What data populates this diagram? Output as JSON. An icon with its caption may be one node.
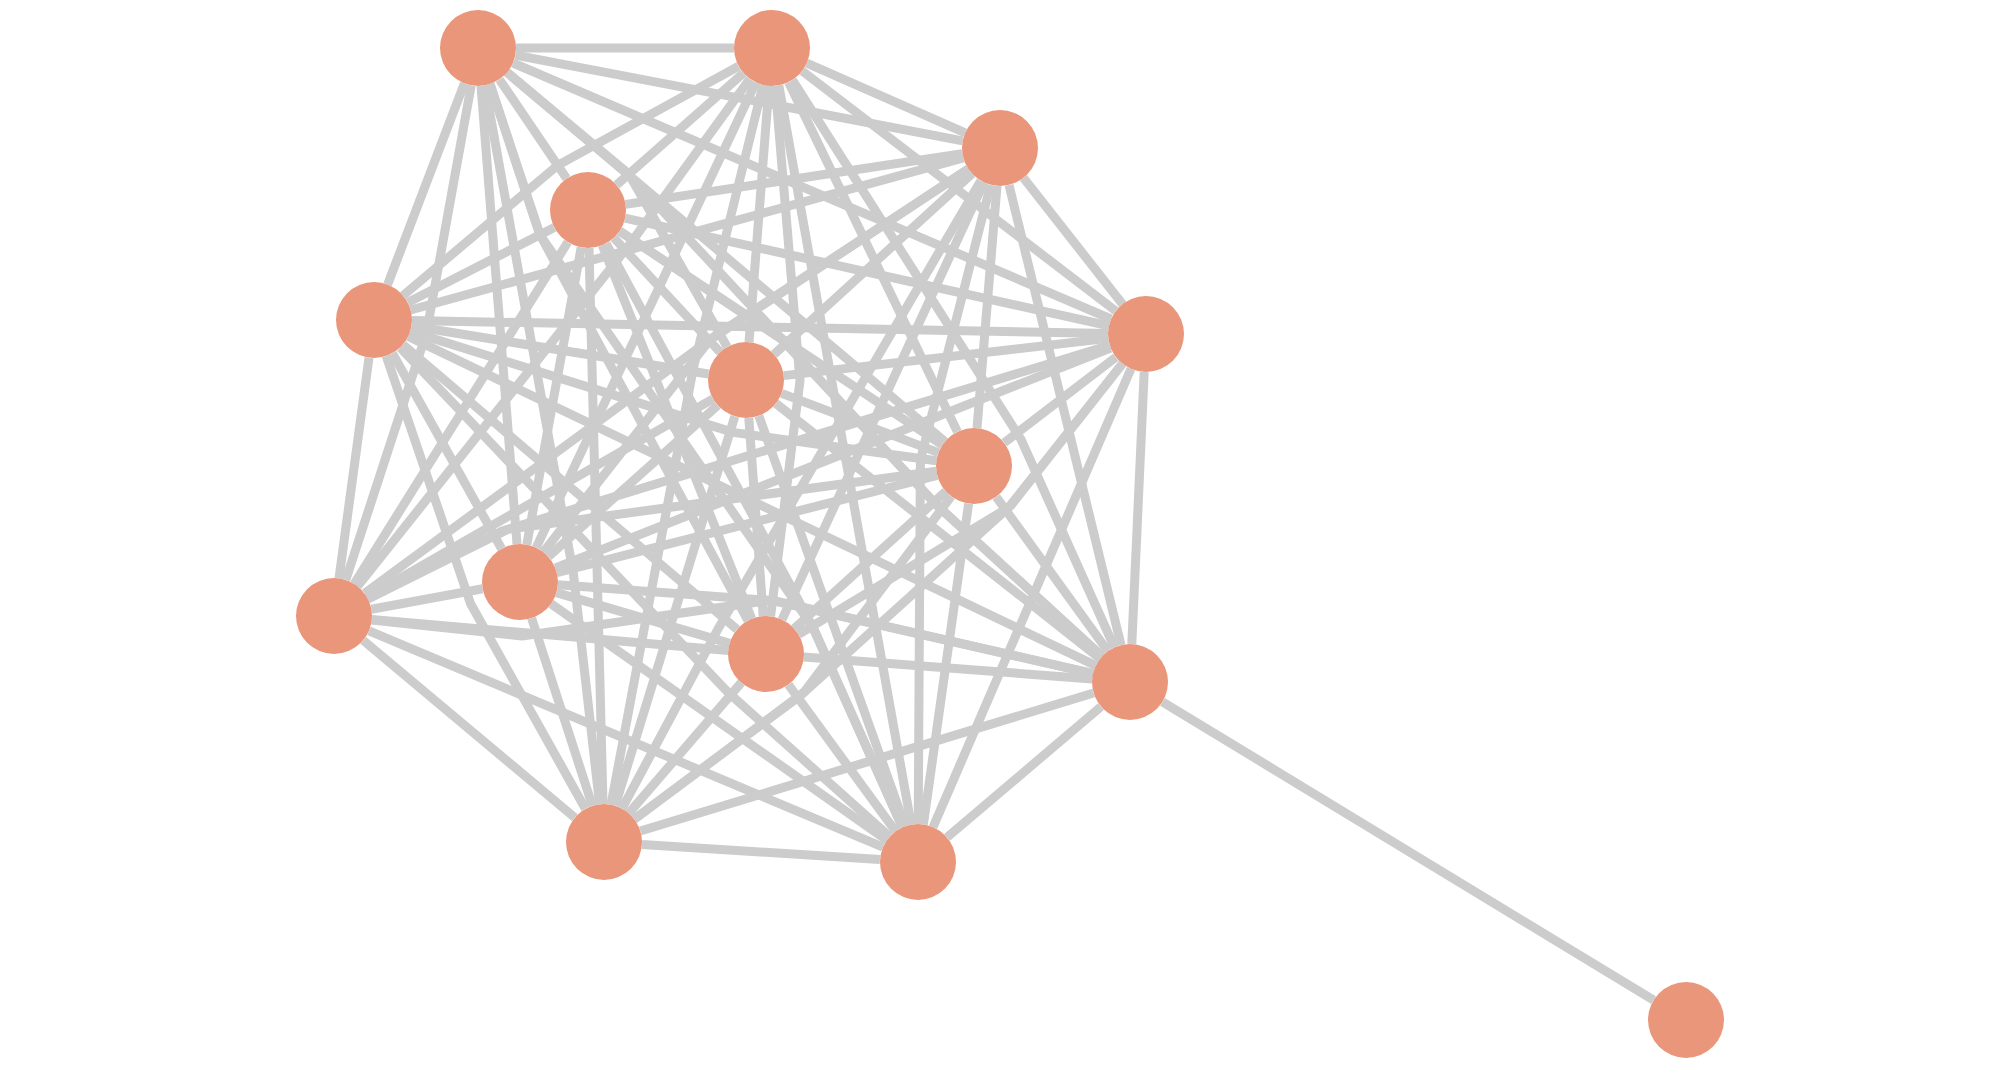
{
  "diagram": {
    "nodes": [
      {
        "text": [],
        "shape": "circle"
      },
      {
        "text": [],
        "shape": "circle"
      },
      {
        "text": [],
        "shape": "circle"
      },
      {
        "text": [],
        "shape": "circle"
      },
      {
        "text": [],
        "shape": "circle"
      },
      {
        "text": [],
        "shape": "circle"
      },
      {
        "text": [],
        "shape": "circle"
      },
      {
        "text": [],
        "shape": "circle"
      },
      {
        "text": [],
        "shape": "circle"
      },
      {
        "text": [],
        "shape": "circle"
      },
      {
        "text": [],
        "shape": "circle"
      },
      {
        "text": [],
        "shape": "circle"
      },
      {
        "text": [],
        "shape": "circle"
      },
      {
        "text": [],
        "shape": "circle"
      },
      {
        "text": [],
        "shape": "circle"
      }
    ],
    "edges": [
      {
        "from": 0,
        "to": 1,
        "arrow": "none"
      },
      {
        "from": 0,
        "to": 2,
        "arrow": "none"
      },
      {
        "from": 0,
        "to": 3,
        "arrow": "none"
      },
      {
        "from": 0,
        "to": 4,
        "arrow": "none"
      },
      {
        "from": 0,
        "to": 5,
        "arrow": "none"
      },
      {
        "from": 0,
        "to": 6,
        "arrow": "none"
      },
      {
        "from": 0,
        "to": 7,
        "arrow": "none"
      },
      {
        "from": 0,
        "to": 8,
        "arrow": "none"
      },
      {
        "from": 0,
        "to": 9,
        "arrow": "none"
      },
      {
        "from": 0,
        "to": 10,
        "arrow": "none"
      },
      {
        "from": 0,
        "to": 11,
        "arrow": "none"
      },
      {
        "from": 0,
        "to": 12,
        "arrow": "none"
      },
      {
        "from": 0,
        "to": 13,
        "arrow": "none"
      },
      {
        "from": 1,
        "to": 2,
        "arrow": "none"
      },
      {
        "from": 1,
        "to": 3,
        "arrow": "none"
      },
      {
        "from": 1,
        "to": 4,
        "arrow": "none"
      },
      {
        "from": 1,
        "to": 5,
        "arrow": "none"
      },
      {
        "from": 1,
        "to": 6,
        "arrow": "none"
      },
      {
        "from": 1,
        "to": 7,
        "arrow": "none"
      },
      {
        "from": 1,
        "to": 8,
        "arrow": "none"
      },
      {
        "from": 1,
        "to": 9,
        "arrow": "none"
      },
      {
        "from": 1,
        "to": 10,
        "arrow": "none"
      },
      {
        "from": 1,
        "to": 11,
        "arrow": "none"
      },
      {
        "from": 1,
        "to": 12,
        "arrow": "none"
      },
      {
        "from": 1,
        "to": 13,
        "arrow": "none"
      },
      {
        "from": 2,
        "to": 3,
        "arrow": "none"
      },
      {
        "from": 2,
        "to": 4,
        "arrow": "none"
      },
      {
        "from": 2,
        "to": 5,
        "arrow": "none"
      },
      {
        "from": 2,
        "to": 6,
        "arrow": "none"
      },
      {
        "from": 2,
        "to": 7,
        "arrow": "none"
      },
      {
        "from": 2,
        "to": 8,
        "arrow": "none"
      },
      {
        "from": 2,
        "to": 9,
        "arrow": "none"
      },
      {
        "from": 2,
        "to": 10,
        "arrow": "none"
      },
      {
        "from": 2,
        "to": 11,
        "arrow": "none"
      },
      {
        "from": 2,
        "to": 12,
        "arrow": "none"
      },
      {
        "from": 2,
        "to": 13,
        "arrow": "none"
      },
      {
        "from": 3,
        "to": 4,
        "arrow": "none"
      },
      {
        "from": 3,
        "to": 5,
        "arrow": "none"
      },
      {
        "from": 3,
        "to": 6,
        "arrow": "none"
      },
      {
        "from": 3,
        "to": 7,
        "arrow": "none"
      },
      {
        "from": 3,
        "to": 8,
        "arrow": "none"
      },
      {
        "from": 3,
        "to": 9,
        "arrow": "none"
      },
      {
        "from": 3,
        "to": 10,
        "arrow": "none"
      },
      {
        "from": 3,
        "to": 11,
        "arrow": "none"
      },
      {
        "from": 3,
        "to": 12,
        "arrow": "none"
      },
      {
        "from": 3,
        "to": 13,
        "arrow": "none"
      },
      {
        "from": 4,
        "to": 5,
        "arrow": "none"
      },
      {
        "from": 4,
        "to": 6,
        "arrow": "none"
      },
      {
        "from": 4,
        "to": 7,
        "arrow": "none"
      },
      {
        "from": 4,
        "to": 8,
        "arrow": "none"
      },
      {
        "from": 4,
        "to": 9,
        "arrow": "none"
      },
      {
        "from": 4,
        "to": 10,
        "arrow": "none"
      },
      {
        "from": 4,
        "to": 11,
        "arrow": "none"
      },
      {
        "from": 4,
        "to": 12,
        "arrow": "none"
      },
      {
        "from": 4,
        "to": 13,
        "arrow": "none"
      },
      {
        "from": 5,
        "to": 6,
        "arrow": "none"
      },
      {
        "from": 5,
        "to": 7,
        "arrow": "none"
      },
      {
        "from": 5,
        "to": 8,
        "arrow": "none"
      },
      {
        "from": 5,
        "to": 9,
        "arrow": "none"
      },
      {
        "from": 5,
        "to": 10,
        "arrow": "none"
      },
      {
        "from": 5,
        "to": 11,
        "arrow": "none"
      },
      {
        "from": 5,
        "to": 12,
        "arrow": "none"
      },
      {
        "from": 5,
        "to": 13,
        "arrow": "none"
      },
      {
        "from": 6,
        "to": 7,
        "arrow": "none"
      },
      {
        "from": 6,
        "to": 8,
        "arrow": "none"
      },
      {
        "from": 6,
        "to": 9,
        "arrow": "none"
      },
      {
        "from": 6,
        "to": 10,
        "arrow": "none"
      },
      {
        "from": 6,
        "to": 11,
        "arrow": "none"
      },
      {
        "from": 6,
        "to": 12,
        "arrow": "none"
      },
      {
        "from": 6,
        "to": 13,
        "arrow": "none"
      },
      {
        "from": 7,
        "to": 8,
        "arrow": "none"
      },
      {
        "from": 7,
        "to": 9,
        "arrow": "none"
      },
      {
        "from": 7,
        "to": 10,
        "arrow": "none"
      },
      {
        "from": 7,
        "to": 11,
        "arrow": "none"
      },
      {
        "from": 7,
        "to": 12,
        "arrow": "none"
      },
      {
        "from": 7,
        "to": 13,
        "arrow": "none"
      },
      {
        "from": 8,
        "to": 9,
        "arrow": "none"
      },
      {
        "from": 8,
        "to": 10,
        "arrow": "none"
      },
      {
        "from": 8,
        "to": 11,
        "arrow": "none"
      },
      {
        "from": 8,
        "to": 12,
        "arrow": "none"
      },
      {
        "from": 8,
        "to": 13,
        "arrow": "none"
      },
      {
        "from": 9,
        "to": 10,
        "arrow": "none"
      },
      {
        "from": 9,
        "to": 11,
        "arrow": "none"
      },
      {
        "from": 9,
        "to": 12,
        "arrow": "none"
      },
      {
        "from": 9,
        "to": 13,
        "arrow": "none"
      },
      {
        "from": 10,
        "to": 11,
        "arrow": "none"
      },
      {
        "from": 10,
        "to": 12,
        "arrow": "none"
      },
      {
        "from": 10,
        "to": 13,
        "arrow": "none"
      },
      {
        "from": 11,
        "to": 12,
        "arrow": "none"
      },
      {
        "from": 11,
        "to": 13,
        "arrow": "none"
      },
      {
        "from": 11,
        "to": 14,
        "arrow": "none"
      },
      {
        "from": 12,
        "to": 13,
        "arrow": "none"
      }
    ]
  }
}
